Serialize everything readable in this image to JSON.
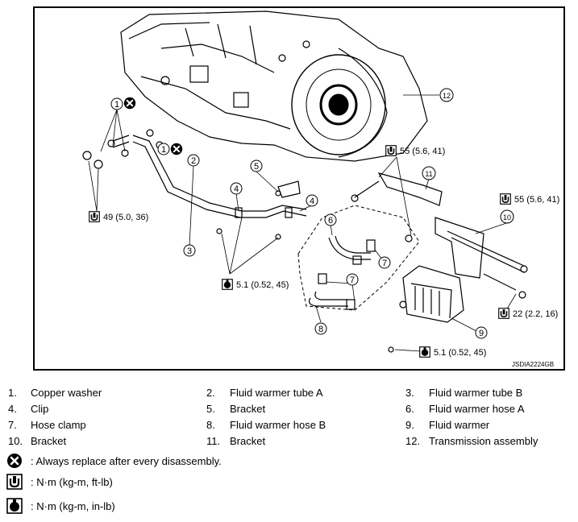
{
  "figure": {
    "id_label": "JSDIA2224GB",
    "callouts": [
      "1",
      "1",
      "2",
      "3",
      "4",
      "4",
      "5",
      "6",
      "7",
      "7",
      "8",
      "9",
      "10",
      "11",
      "12"
    ],
    "torques": {
      "t49": "49 (5.0, 36)",
      "t55a": "55 (5.6, 41)",
      "t55b": "55 (5.6, 41)",
      "t51a": "5.1 (0.52, 45)",
      "t51b": "5.1 (0.52, 45)",
      "t22": "22 (2.2, 16)"
    }
  },
  "legend": {
    "rows": [
      [
        {
          "no": "1.",
          "label": "Copper washer"
        },
        {
          "no": "2.",
          "label": "Fluid warmer tube A"
        },
        {
          "no": "3.",
          "label": "Fluid warmer tube B"
        }
      ],
      [
        {
          "no": "4.",
          "label": "Clip"
        },
        {
          "no": "5.",
          "label": "Bracket"
        },
        {
          "no": "6.",
          "label": "Fluid warmer hose A"
        }
      ],
      [
        {
          "no": "7.",
          "label": "Hose clamp"
        },
        {
          "no": "8.",
          "label": "Fluid warmer hose B"
        },
        {
          "no": "9.",
          "label": "Fluid warmer"
        }
      ],
      [
        {
          "no": "10.",
          "label": "Bracket"
        },
        {
          "no": "11.",
          "label": "Bracket"
        },
        {
          "no": "12.",
          "label": "Transmission assembly"
        }
      ]
    ],
    "symbols": [
      {
        "icon": "replace-icon",
        "text": ": Always replace after every disassembly."
      },
      {
        "icon": "torque-ftlb-icon",
        "text": ": N·m (kg-m, ft-lb)"
      },
      {
        "icon": "torque-inlb-icon",
        "text": ": N·m (kg-m, in-lb)"
      }
    ]
  }
}
